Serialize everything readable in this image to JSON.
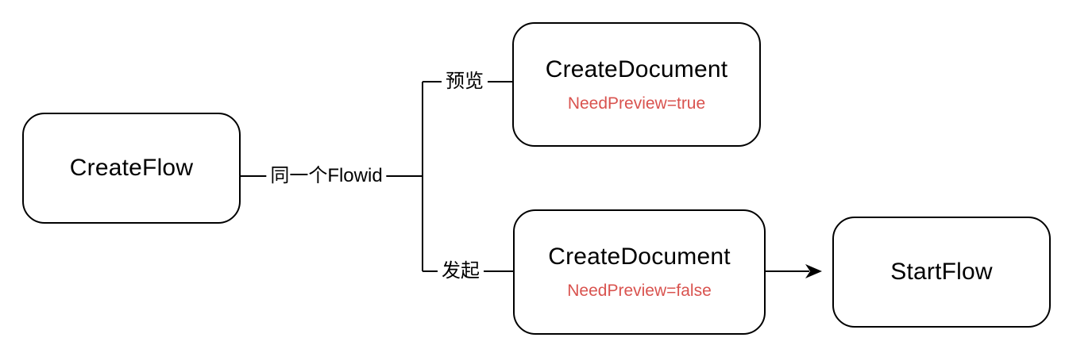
{
  "diagram": {
    "nodes": {
      "create_flow": {
        "label": "CreateFlow"
      },
      "create_document_preview": {
        "label": "CreateDocument",
        "param": "NeedPreview=true"
      },
      "create_document_initiate": {
        "label": "CreateDocument",
        "param": "NeedPreview=false"
      },
      "start_flow": {
        "label": "StartFlow"
      }
    },
    "edge_labels": {
      "same_flowid": "同一个Flowid",
      "preview": "预览",
      "initiate": "发起"
    },
    "colors": {
      "param_text_red": "#d9534f",
      "line_stroke": "#000000",
      "node_border": "#000000",
      "background": "#ffffff"
    }
  }
}
